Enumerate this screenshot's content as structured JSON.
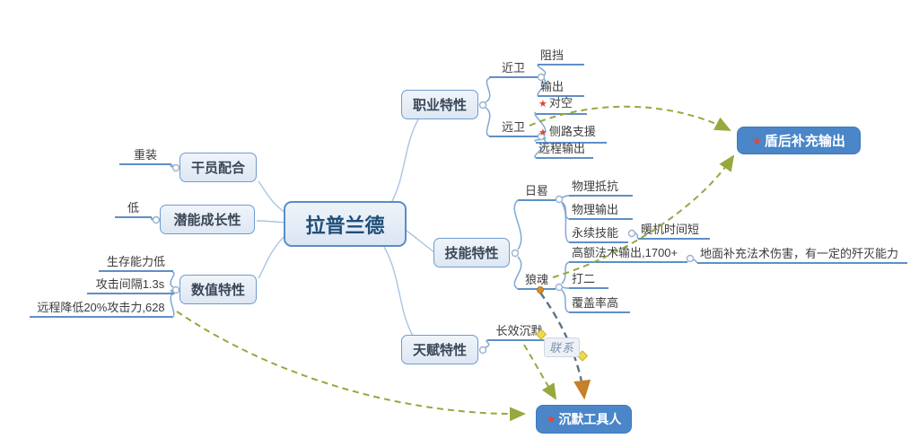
{
  "root": {
    "label": "拉普兰德"
  },
  "topics": {
    "career": {
      "label": "职业特性"
    },
    "skill": {
      "label": "技能特性"
    },
    "talent": {
      "label": "天赋特性"
    },
    "op_combo": {
      "label": "干员配合"
    },
    "potential": {
      "label": "潜能成长性"
    },
    "stats": {
      "label": "数值特性"
    }
  },
  "leaves": {
    "melee": "近卫",
    "block": "阻挡",
    "output": "输出",
    "ranged_guard": "远卫",
    "anti_air": "对空",
    "flank_support": "侧路支援",
    "ranged_output": "远程输出",
    "sundial": "日晷",
    "phys_res": "物理抵抗",
    "phys_out": "物理输出",
    "perpetual": "永续技能",
    "warmup": "暖机时间短",
    "arts_burst": "高额法术输出,1700+",
    "arts_note": "地面补充法术伤害，有一定的歼灭能力",
    "wolf_soul": "狼魂",
    "hit_two": "打二",
    "coverage": "覆盖率高",
    "long_silence": "长效沉默",
    "heavy": "重装",
    "low": "低",
    "survival": "生存能力低",
    "atk_interval": "攻击间隔1.3s",
    "ranged_penalty": "远程降低20%攻击力,628"
  },
  "floating": {
    "shield_dps": "盾后补充输出",
    "silence_tool": "沉默工具人"
  },
  "relationship": {
    "label": "联系"
  },
  "marker_star": "★",
  "colors": {
    "accent_blue": "#4a86c8",
    "node_border": "#6f9bd1",
    "leaf_line": "#5f8fc7",
    "dash_green": "#97a83e",
    "relation_gray": "#5f7183",
    "handle_orange": "#d98e2b",
    "handle_yellow": "#ecd94d",
    "star_red": "#d7453a"
  }
}
